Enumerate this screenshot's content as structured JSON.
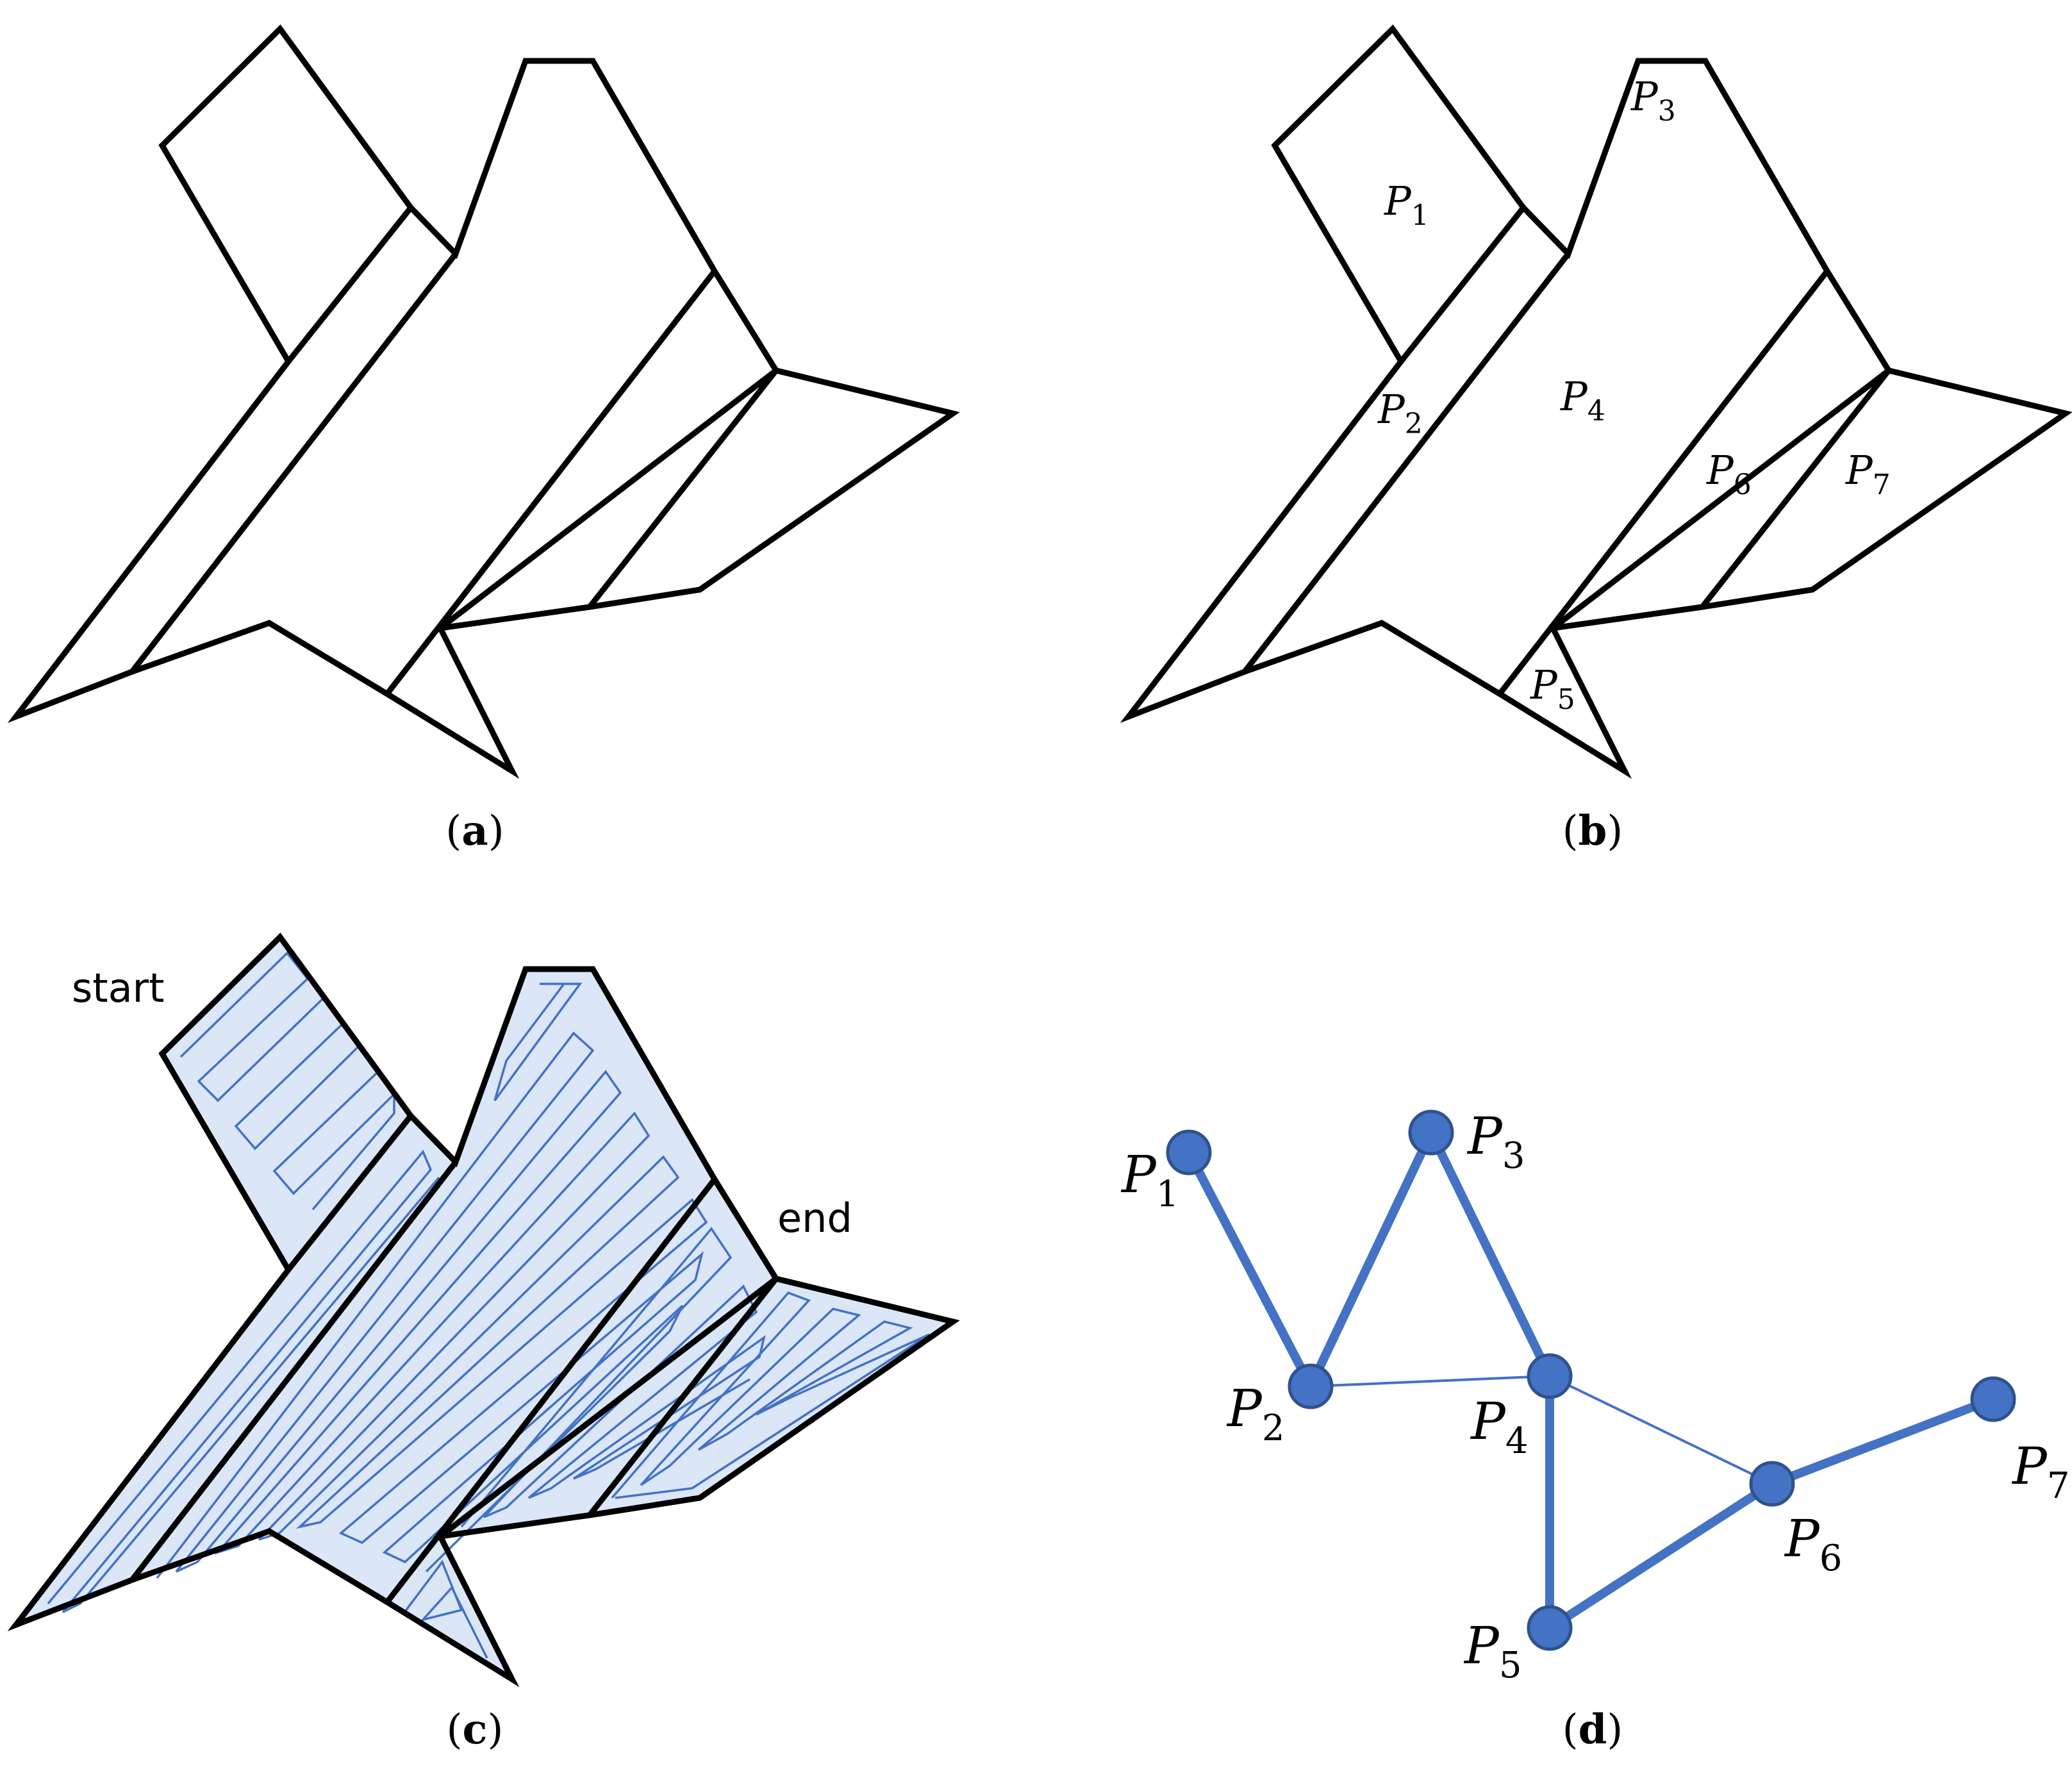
{
  "captions": {
    "a": "a",
    "b": "b",
    "c": "c",
    "d": "d"
  },
  "panel_b_labels": [
    {
      "base": "P",
      "sub": "1"
    },
    {
      "base": "P",
      "sub": "2"
    },
    {
      "base": "P",
      "sub": "3"
    },
    {
      "base": "P",
      "sub": "4"
    },
    {
      "base": "P",
      "sub": "5"
    },
    {
      "base": "P",
      "sub": "6"
    },
    {
      "base": "P",
      "sub": "7"
    }
  ],
  "panel_c": {
    "start_label": "start",
    "end_label": "end"
  },
  "graph": {
    "nodes": [
      {
        "id": "P1",
        "base": "P",
        "sub": "1"
      },
      {
        "id": "P2",
        "base": "P",
        "sub": "2"
      },
      {
        "id": "P3",
        "base": "P",
        "sub": "3"
      },
      {
        "id": "P4",
        "base": "P",
        "sub": "4"
      },
      {
        "id": "P5",
        "base": "P",
        "sub": "5"
      },
      {
        "id": "P6",
        "base": "P",
        "sub": "6"
      },
      {
        "id": "P7",
        "base": "P",
        "sub": "7"
      }
    ],
    "edges": [
      {
        "from": "P1",
        "to": "P2",
        "path": true
      },
      {
        "from": "P2",
        "to": "P3",
        "path": true
      },
      {
        "from": "P3",
        "to": "P4",
        "path": true
      },
      {
        "from": "P4",
        "to": "P5",
        "path": true
      },
      {
        "from": "P5",
        "to": "P6",
        "path": true
      },
      {
        "from": "P6",
        "to": "P7",
        "path": true
      },
      {
        "from": "P2",
        "to": "P4",
        "path": false
      },
      {
        "from": "P4",
        "to": "P6",
        "path": false
      }
    ]
  },
  "colors": {
    "path": "#4472c4",
    "outline": "#000000"
  }
}
